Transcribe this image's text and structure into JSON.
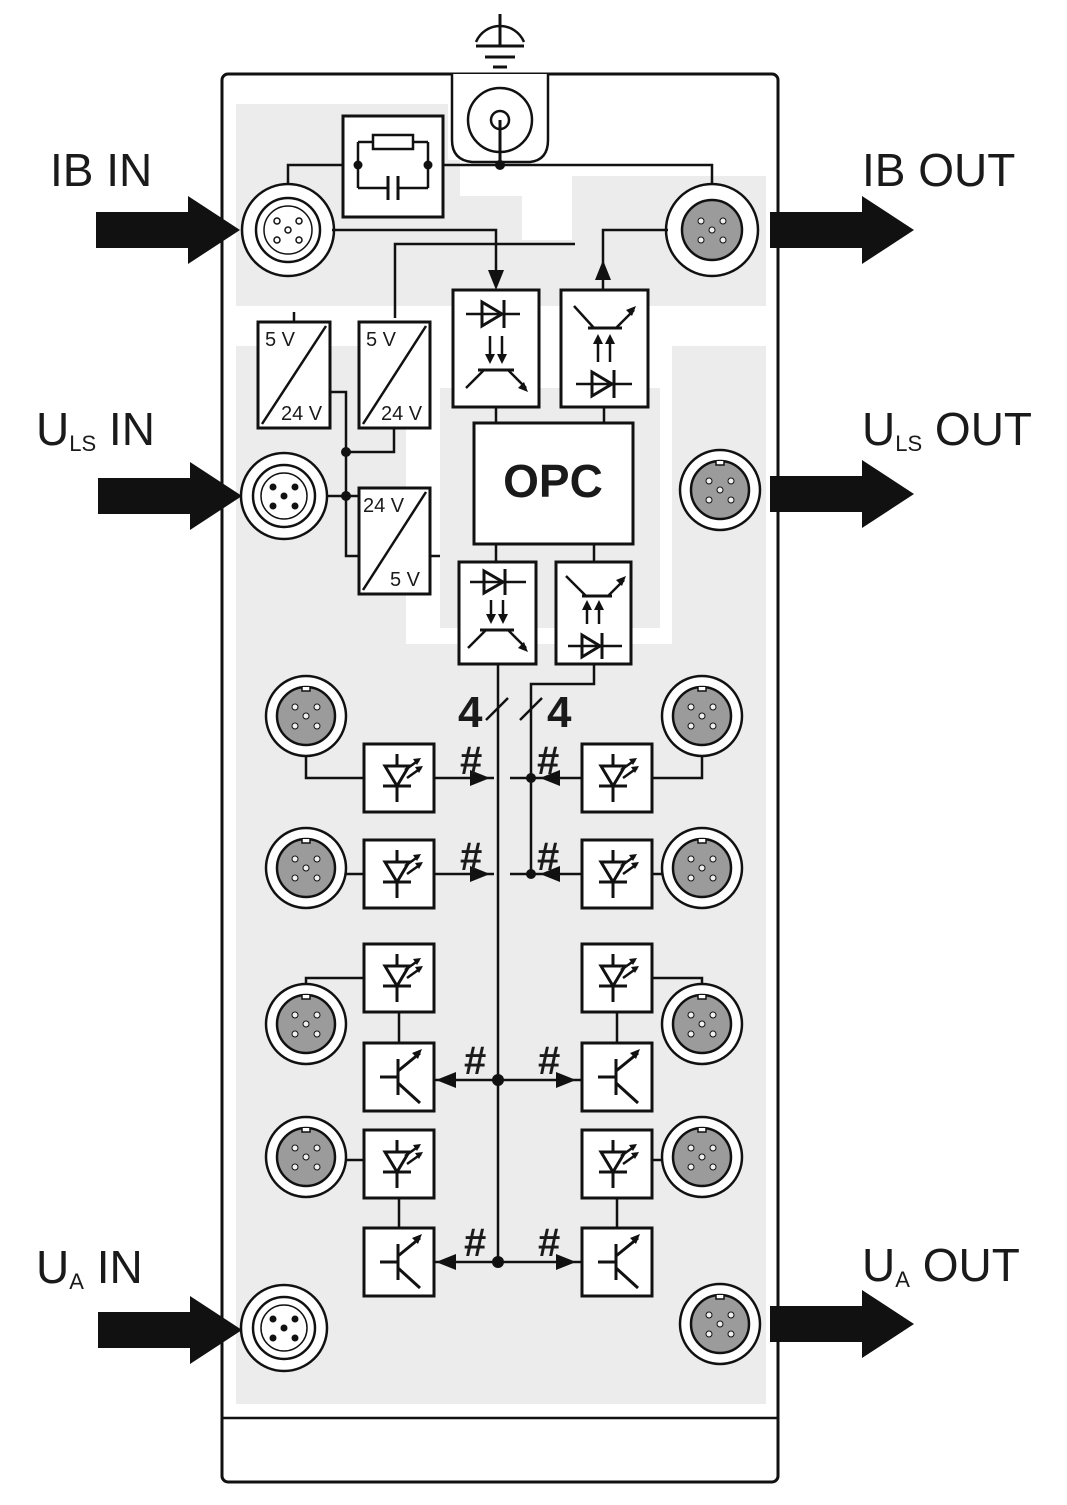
{
  "ports": {
    "ib_in": "IB IN",
    "ib_out": "IB OUT",
    "uls_in_main": "U",
    "uls_in_sub": "LS",
    "uls_in_suffix": " IN",
    "uls_out_main": "U",
    "uls_out_sub": "LS",
    "uls_out_suffix": " OUT",
    "ua_in_main": "U",
    "ua_in_sub": "A",
    "ua_in_suffix": " IN",
    "ua_out_main": "U",
    "ua_out_sub": "A",
    "ua_out_suffix": " OUT"
  },
  "blocks": {
    "opc": "OPC",
    "conv1_in": "5 V",
    "conv1_out": "24 V",
    "conv2_in": "5 V",
    "conv2_out": "24 V",
    "conv3_in": "24 V",
    "conv3_out": "5 V"
  },
  "bus": {
    "width_left": "4",
    "width_right": "4",
    "hash": "#"
  }
}
